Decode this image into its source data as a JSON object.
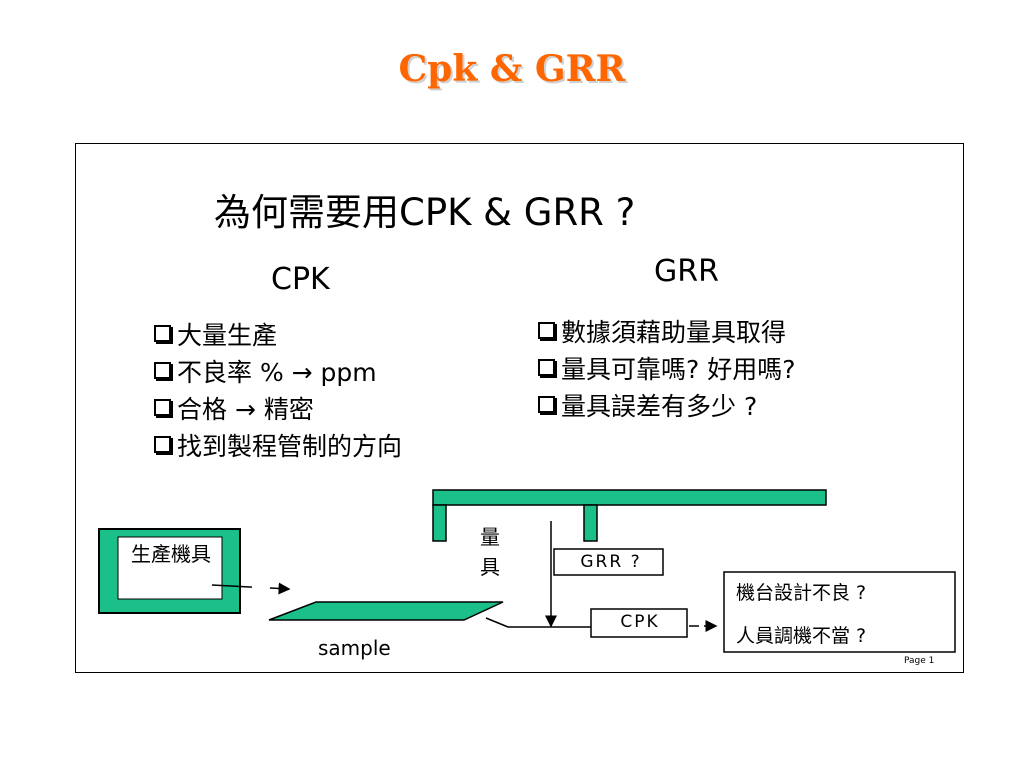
{
  "slide": {
    "title": "Cpk & GRR",
    "question": "為何需要用CPK & GRR ?",
    "page_label": "Page 1"
  },
  "cpk": {
    "heading": "CPK",
    "items": [
      "大量生產",
      "不良率 % → ppm",
      "合格 → 精密",
      "找到製程管制的方向"
    ]
  },
  "grr": {
    "heading": "GRR",
    "items": [
      "數據須藉助量具取得",
      "量具可靠嗎? 好用嗎?",
      "量具誤差有多少 ?"
    ]
  },
  "diagram": {
    "machine_label": "生產機具",
    "gauge_label": "量具",
    "sample_label": "sample",
    "grr_box": "GRR ?",
    "cpk_box": "CPK",
    "causes": [
      "機台設計不良 ?",
      "人員調機不當 ?"
    ]
  },
  "colors": {
    "title": "#ff6600",
    "accent_green": "#1bbf8a",
    "border": "#000000"
  }
}
